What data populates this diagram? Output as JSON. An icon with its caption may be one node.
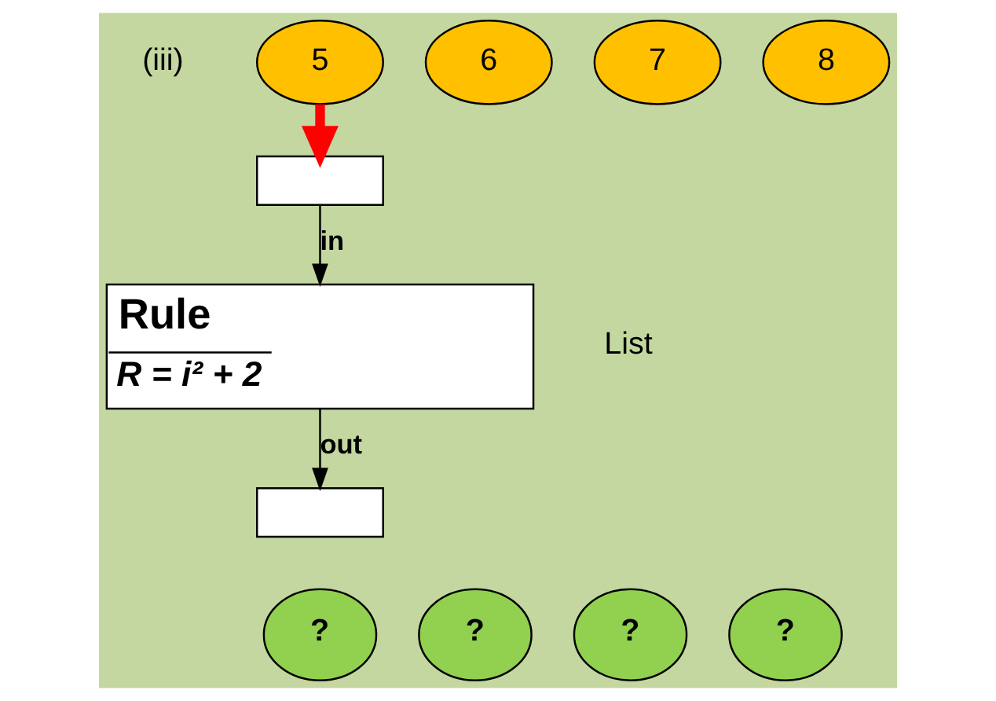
{
  "diagram": {
    "nodes": [
      {
        "text": [
          "5"
        ]
      },
      {
        "text": [
          "6"
        ]
      },
      {
        "text": [
          "7"
        ]
      },
      {
        "text": [
          "8"
        ]
      },
      {
        "text": [],
        "shape": "box"
      },
      {
        "text": [
          "Rule",
          "R = i² + 2"
        ]
      },
      {
        "text": [],
        "shape": "box"
      },
      {
        "text": [
          "?"
        ]
      },
      {
        "text": [
          "?"
        ]
      },
      {
        "text": [
          "?"
        ]
      },
      {
        "text": [
          "?"
        ]
      }
    ],
    "edges": [
      {
        "from": 0,
        "to": 4,
        "arrow": "to",
        "style": "thick",
        "color": "#ff0000"
      },
      {
        "from": 4,
        "to": 5,
        "arrow": "to",
        "label": "in"
      },
      {
        "from": 5,
        "to": 6,
        "arrow": "to",
        "label": "out"
      }
    ],
    "labels": [
      "(iii)",
      "List"
    ]
  }
}
